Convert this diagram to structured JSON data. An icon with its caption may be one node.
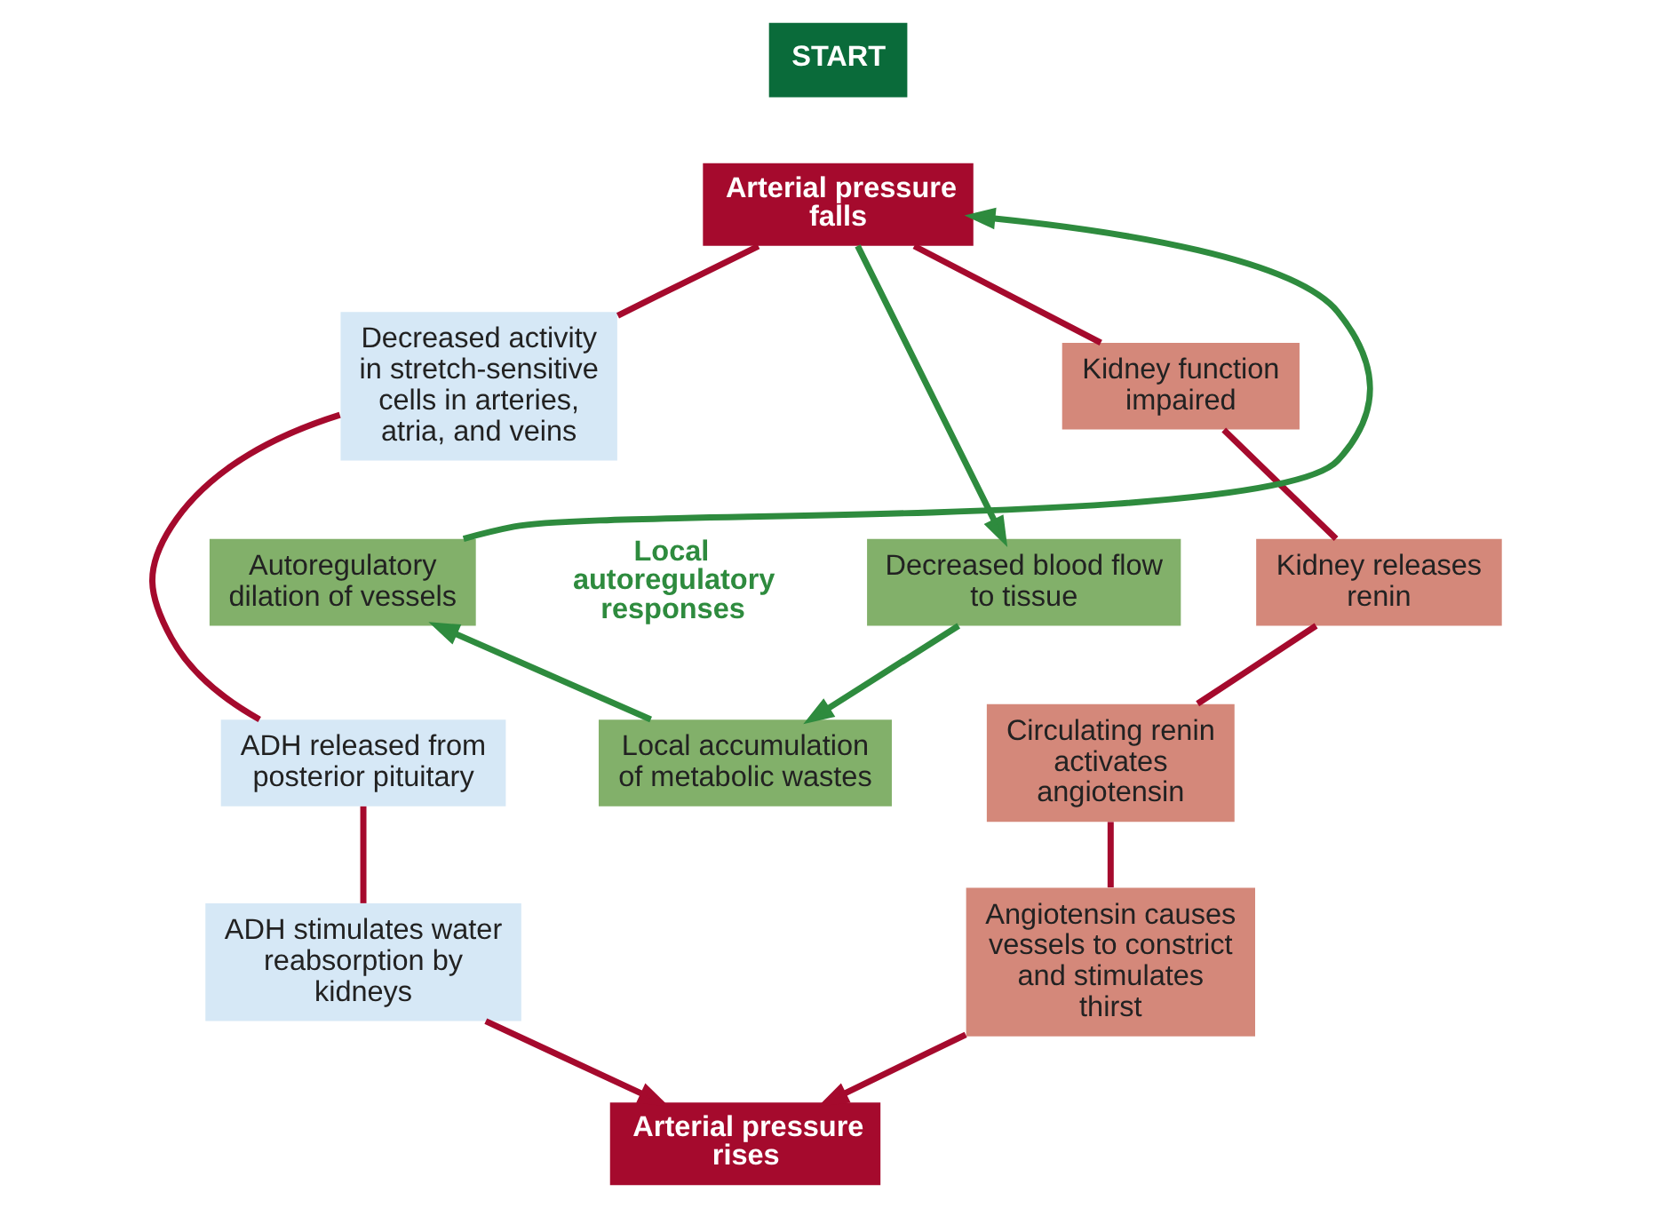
{
  "diagram": {
    "nodes": [
      {
        "text": [
          "START"
        ]
      },
      {
        "text": [
          "Arterial pressure falls"
        ]
      },
      {
        "text": [
          "Kidney function impaired"
        ]
      },
      {
        "text": [
          "Kidney releases renin"
        ]
      },
      {
        "text": [
          "Circulating renin activates angiotensin"
        ]
      },
      {
        "text": [
          "Angiotensin causes vessels to constrict and stimulates thirst"
        ]
      },
      {
        "text": [
          "Arterial pressure rises"
        ]
      },
      {
        "text": [
          "Decreased activity in stretch-sensitive cells in arteries, atria, and veins"
        ]
      },
      {
        "text": [
          "ADH released from posterior pituitary"
        ]
      },
      {
        "text": [
          "ADH stimulates water reabsorption by kidneys"
        ]
      },
      {
        "text": [
          "Autoregulatory dilation of vessels"
        ]
      },
      {
        "text": [
          "Decreased blood flow to tissue"
        ]
      },
      {
        "text": [
          "Local accumulation of metabolic wastes"
        ]
      }
    ],
    "edges": [
      {
        "from": 1,
        "to": 2,
        "arrow": "none"
      },
      {
        "from": 2,
        "to": 3,
        "arrow": "none"
      },
      {
        "from": 3,
        "to": 4,
        "arrow": "none"
      },
      {
        "from": 4,
        "to": 5,
        "arrow": "none"
      },
      {
        "from": 5,
        "to": 6,
        "arrow": "to"
      },
      {
        "from": 1,
        "to": 7,
        "arrow": "none"
      },
      {
        "from": 7,
        "to": 8,
        "arrow": "none"
      },
      {
        "from": 8,
        "to": 9,
        "arrow": "none"
      },
      {
        "from": 9,
        "to": 6,
        "arrow": "to"
      },
      {
        "from": 1,
        "to": 11,
        "arrow": "to",
        "color": "#2e8b3e"
      },
      {
        "from": 11,
        "to": 12,
        "arrow": "to",
        "color": "#2e8b3e"
      },
      {
        "from": 12,
        "to": 10,
        "arrow": "to",
        "color": "#2e8b3e"
      },
      {
        "from": 10,
        "to": 1,
        "arrow": "to",
        "color": "#2e8b3e"
      }
    ],
    "labels": [
      "Local autoregulatory responses"
    ]
  }
}
